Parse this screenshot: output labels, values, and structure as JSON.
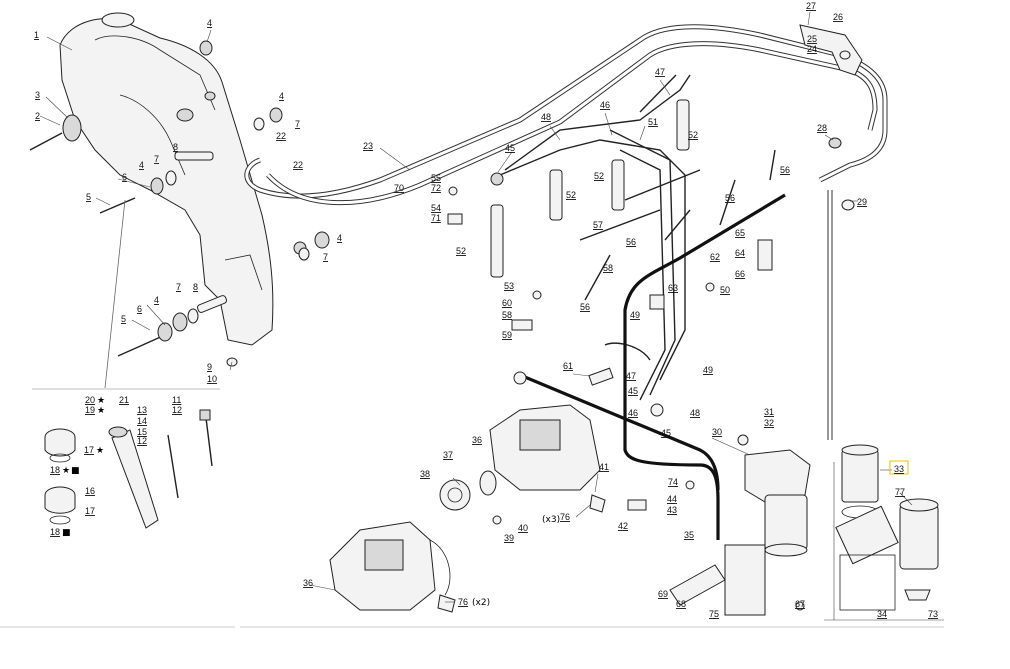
{
  "labels": {
    "l1": "1",
    "l2": "2",
    "l3": "3",
    "l4a": "4",
    "l4b": "4",
    "l4c": "4",
    "l4d": "4",
    "l4e": "4",
    "l5a": "5",
    "l5b": "5",
    "l6a": "6",
    "l6b": "6",
    "l7a": "7",
    "l7b": "7",
    "l7c": "7",
    "l7d": "7",
    "l8a": "8",
    "l8b": "8",
    "l9": "9",
    "l10": "10",
    "l11": "11",
    "l12a": "12",
    "l12b": "12",
    "l13": "13",
    "l14": "14",
    "l15": "15",
    "l16": "16",
    "l17a": "17",
    "l17b": "17",
    "l18a": "18",
    "l18b": "18",
    "l19": "19",
    "l20": "20",
    "l21": "21",
    "l22a": "22",
    "l22b": "22",
    "l23": "23",
    "l24": "24",
    "l25": "25",
    "l26": "26",
    "l27": "27",
    "l28": "28",
    "l29": "29",
    "l30": "30",
    "l31": "31",
    "l32": "32",
    "l33": "33",
    "l34": "34",
    "l35": "35",
    "l36a": "36",
    "l36b": "36",
    "l37": "37",
    "l38": "38",
    "l39": "39",
    "l40": "40",
    "l41": "41",
    "l42": "42",
    "l43": "43",
    "l44": "44",
    "l45a": "45",
    "l45b": "45",
    "l46a": "46",
    "l46b": "46",
    "l47a": "47",
    "l47b": "47",
    "l48a": "48",
    "l48b": "48",
    "l49a": "49",
    "l49b": "49",
    "l50": "50",
    "l51": "51",
    "l52a": "52",
    "l52b": "52",
    "l52c": "52",
    "l52d": "52",
    "l53": "53",
    "l54": "54",
    "l55": "55",
    "l56a": "56",
    "l56b": "56",
    "l56c": "56",
    "l56d": "56",
    "l57": "57",
    "l58": "58",
    "l59": "59",
    "l60": "60",
    "l61": "61",
    "l62": "62",
    "l63": "63",
    "l64": "64",
    "l65": "65",
    "l66": "66",
    "l67": "67",
    "l68": "68",
    "l69": "69",
    "l70": "70",
    "l71": "71",
    "l72": "72",
    "l73": "73",
    "l74": "74",
    "l75": "75",
    "l76a": "76",
    "l76b": "76",
    "l77": "77"
  },
  "annotations": {
    "x3": "(x3)",
    "x2": "(x2)",
    "star": "★",
    "square": "■"
  },
  "highlight": {
    "part": "33",
    "color": "#f2c200"
  }
}
